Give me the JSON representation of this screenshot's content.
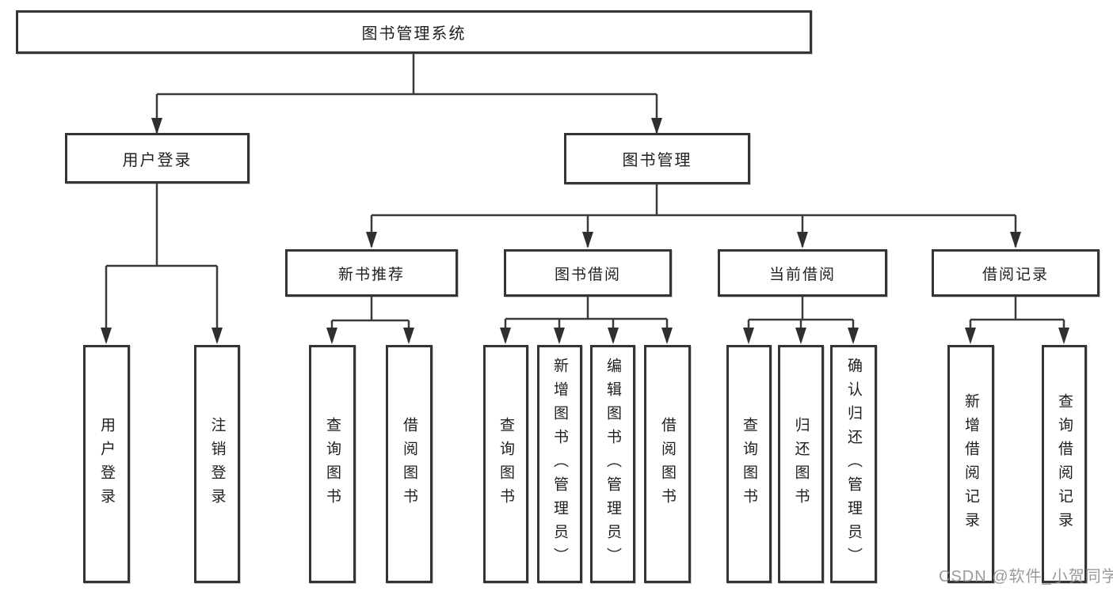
{
  "diagram": {
    "title": "图书管理系统",
    "root": {
      "label": "图书管理系统"
    },
    "branches": [
      {
        "label": "用户登录",
        "children": [
          {
            "label": "用户登录"
          },
          {
            "label": "注销登录"
          }
        ]
      },
      {
        "label": "图书管理",
        "groups": [
          {
            "label": "新书推荐",
            "children": [
              {
                "label": "查询图书"
              },
              {
                "label": "借阅图书"
              }
            ]
          },
          {
            "label": "图书借阅",
            "children": [
              {
                "label": "查询图书"
              },
              {
                "label": "新增图书（管理员）"
              },
              {
                "label": "编辑图书（管理员）"
              },
              {
                "label": "借阅图书"
              }
            ]
          },
          {
            "label": "当前借阅",
            "children": [
              {
                "label": "查询图书"
              },
              {
                "label": "归还图书"
              },
              {
                "label": "确认归还（管理员）"
              }
            ]
          },
          {
            "label": "借阅记录",
            "children": [
              {
                "label": "新增借阅记录"
              },
              {
                "label": "查询借阅记录"
              }
            ]
          }
        ]
      }
    ]
  },
  "watermark": {
    "text": "CSDN @软件_小贺同学"
  },
  "colors": {
    "line": "#3a3a3a",
    "box_border": "#343434",
    "text": "#1f1f1f",
    "watermark": "#8c8c8c",
    "background": "#ffffff"
  }
}
